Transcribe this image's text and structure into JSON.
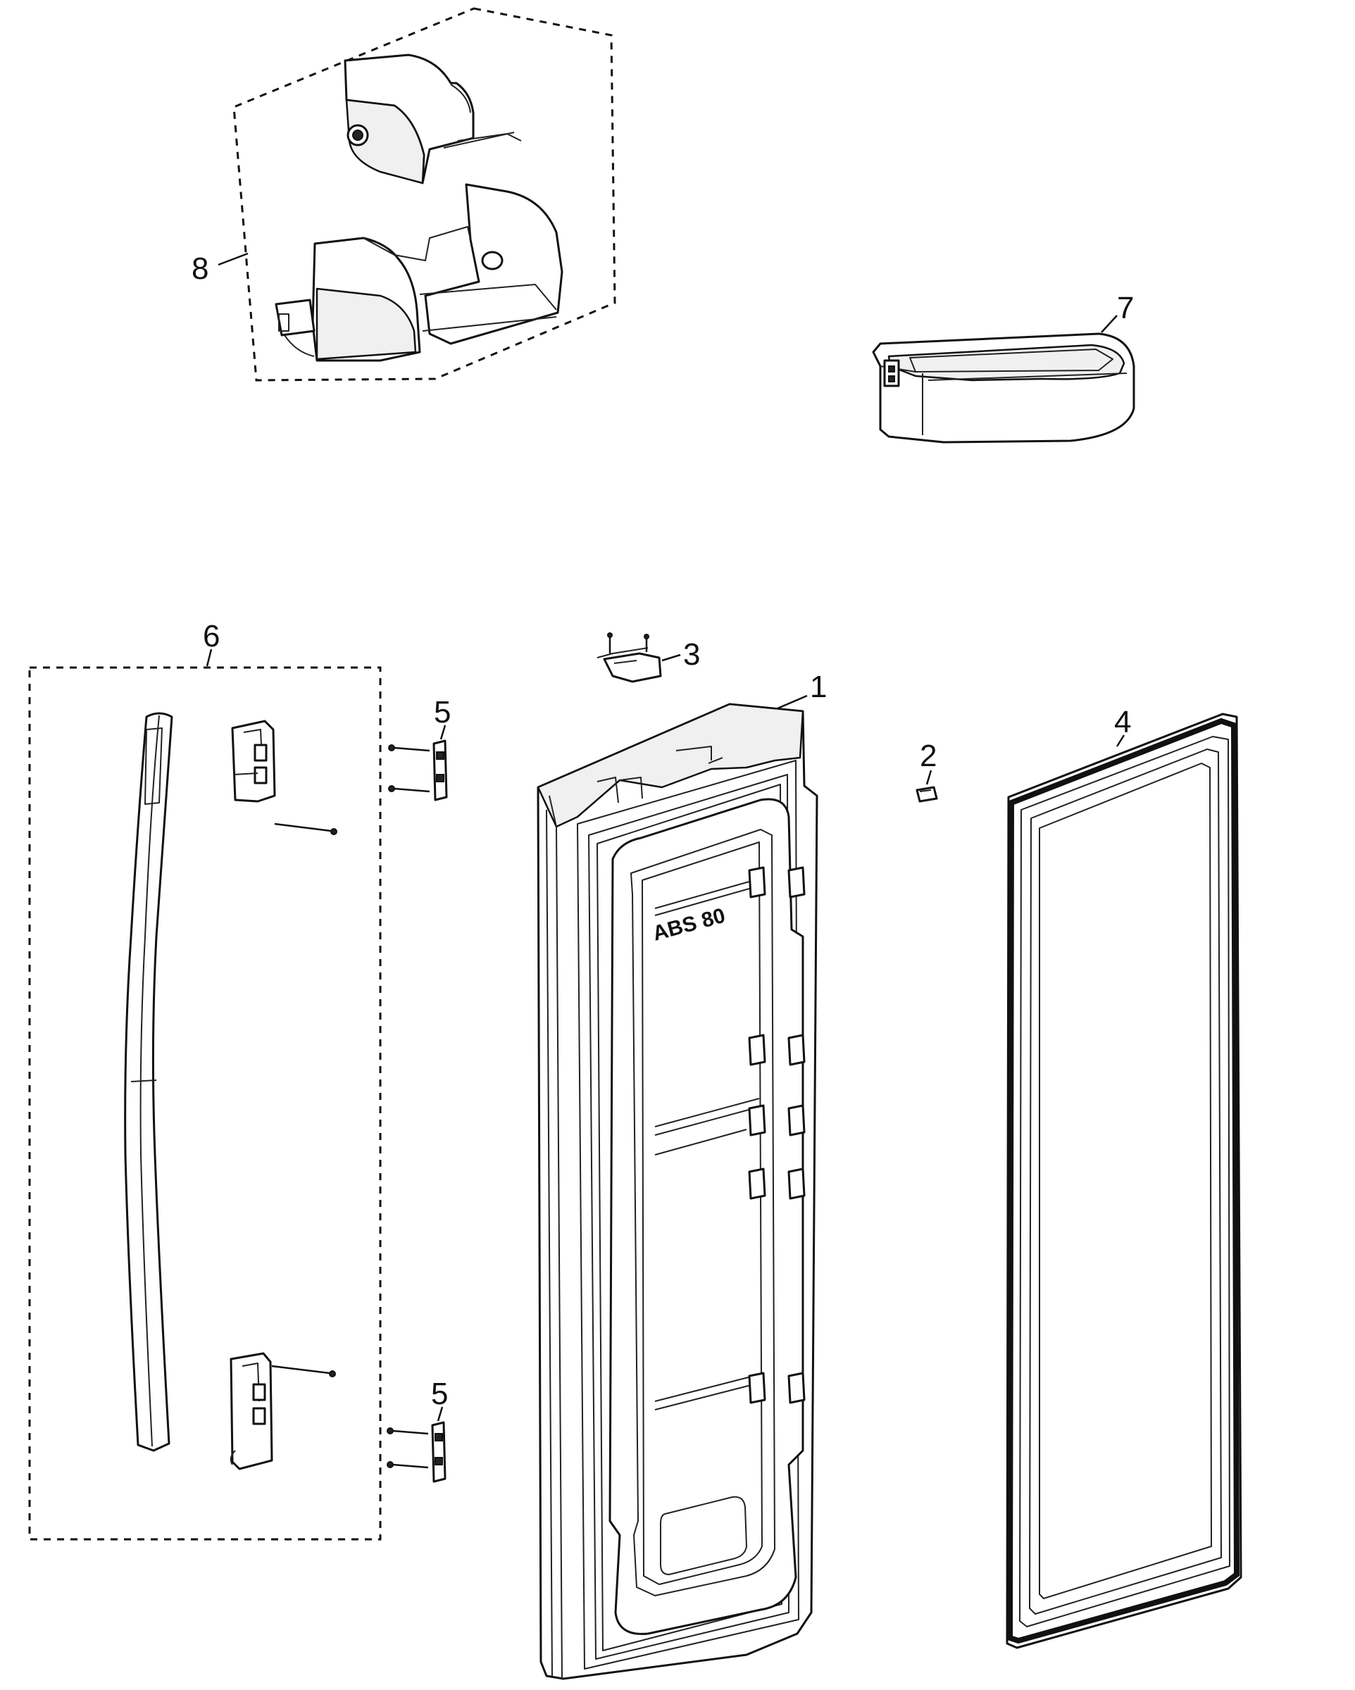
{
  "callouts": {
    "c1": "1",
    "c2": "2",
    "c3": "3",
    "c4": "4",
    "c5a": "5",
    "c5b": "5",
    "c6": "6",
    "c7": "7",
    "c8": "8"
  },
  "stamp": "ABS 80"
}
